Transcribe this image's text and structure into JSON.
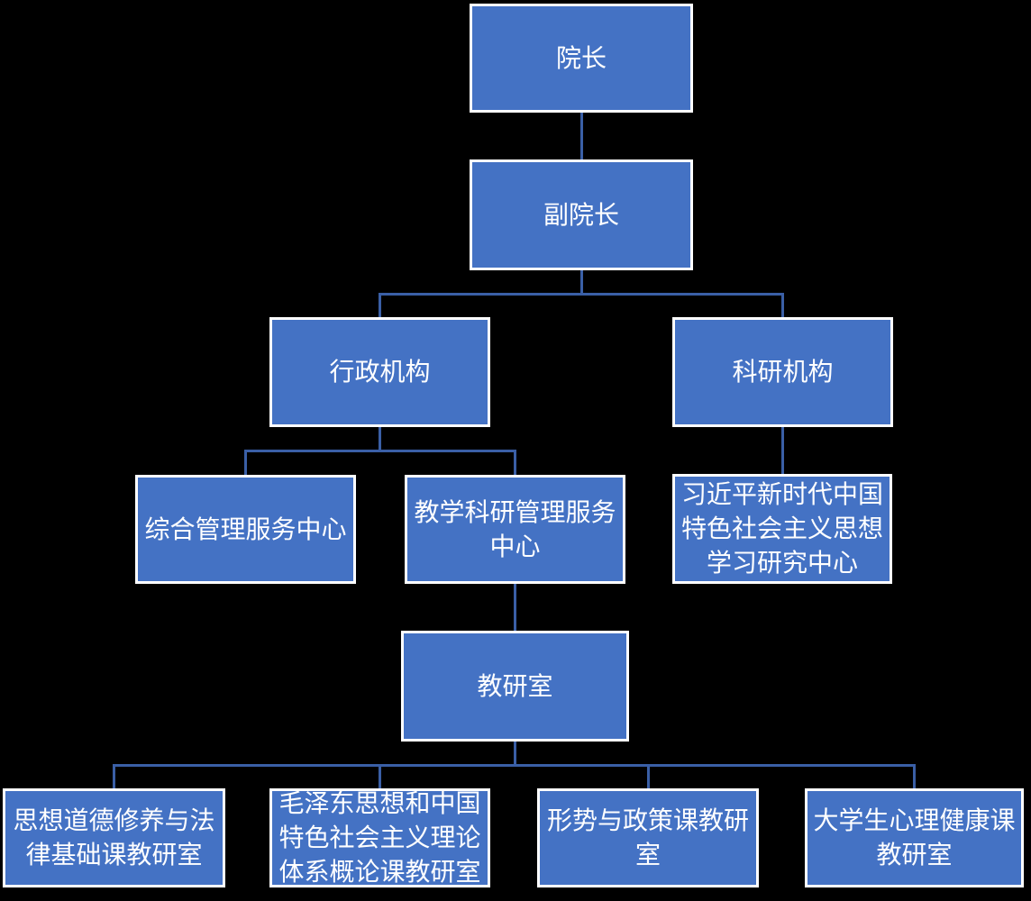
{
  "diagram": {
    "type": "org-chart",
    "colors": {
      "background": "#000000",
      "node_fill": "#4472C4",
      "node_border": "#FFFFFF",
      "node_text": "#FFFFFF",
      "connector": "#3A5FA6"
    },
    "nodes": [
      {
        "id": "dean",
        "label": "院长",
        "parent": null
      },
      {
        "id": "vice-dean",
        "label": "副院长",
        "parent": "dean"
      },
      {
        "id": "admin-division",
        "label": "行政机构",
        "parent": "vice-dean"
      },
      {
        "id": "research-division",
        "label": "科研机构",
        "parent": "vice-dean"
      },
      {
        "id": "general-management-service-center",
        "label": "综合管理服务中心",
        "parent": "admin-division"
      },
      {
        "id": "teaching-research-management-service-center",
        "label": "教学科研管理服务中心",
        "parent": "admin-division"
      },
      {
        "id": "xi-thought-study-research-center",
        "label": "习近平新时代中国特色社会主义思想学习研究中心",
        "parent": "research-division"
      },
      {
        "id": "teaching-research-office",
        "label": "教研室",
        "parent": "teaching-research-management-service-center"
      },
      {
        "id": "ideology-morality-law-office",
        "label": "思想道德修养与法律基础课教研室",
        "parent": "teaching-research-office"
      },
      {
        "id": "mao-thought-theory-office",
        "label": "毛泽东思想和中国特色社会主义理论体系概论课教研室",
        "parent": "teaching-research-office"
      },
      {
        "id": "situation-policy-office",
        "label": "形势与政策课教研室",
        "parent": "teaching-research-office"
      },
      {
        "id": "mental-health-office",
        "label": "大学生心理健康课教研室",
        "parent": "teaching-research-office"
      }
    ]
  }
}
